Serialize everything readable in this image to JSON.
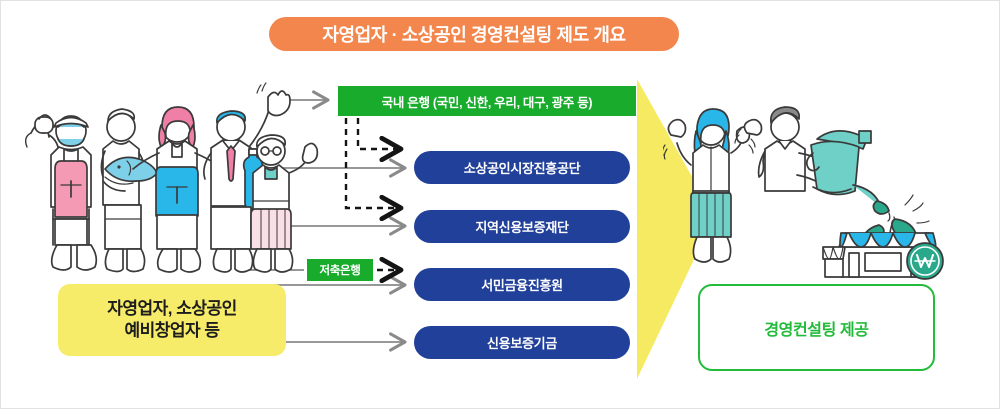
{
  "title": "자영업자 · 소상공인 경영컨설팅 제도 개요",
  "colors": {
    "title_bg": "#f2864c",
    "bank_green": "#18ab2c",
    "org_navy": "#21409a",
    "source_yellow": "#f7ec6a",
    "outcome_green": "#22bb3a",
    "wedge_yellow": "#f5ea62",
    "arrow_gray": "#8a8a8a",
    "arrow_dashed": "#1a1a1a"
  },
  "source": {
    "name": "applicant-group",
    "line1": "자영업자, 소상공인",
    "line2": "예비창업자 등"
  },
  "channels": {
    "bank": "국내 은행 (국민, 신한, 우리, 대구, 광주 등)",
    "savings_bank": "저축은행"
  },
  "organizations": [
    {
      "label": "소상공인시장진흥공단"
    },
    {
      "label": "지역신용보증재단"
    },
    {
      "label": "서민금융진흥원"
    },
    {
      "label": "신용보증기금"
    }
  ],
  "outcome": {
    "label": "경영컨설팅 제공"
  },
  "illustrations": {
    "left": {
      "name": "group-of-small-business-owners",
      "figures": [
        "woman-in-pink-apron-with-cap",
        "man-holding-fish",
        "woman-with-pink-hair-in-blue-apron",
        "man-in-shirt-and-tie-holding-bottle",
        "elderly-woman-in-pink-skirt"
      ]
    },
    "right": {
      "name": "consulting-growth-scene",
      "figures": [
        "woman-with-blue-hair-cheering",
        "man-watering-plant",
        "storefront-with-sprout",
        "won-coin"
      ]
    }
  },
  "flow": {
    "direct_arrows": 5,
    "dashed_arrows": 3
  }
}
